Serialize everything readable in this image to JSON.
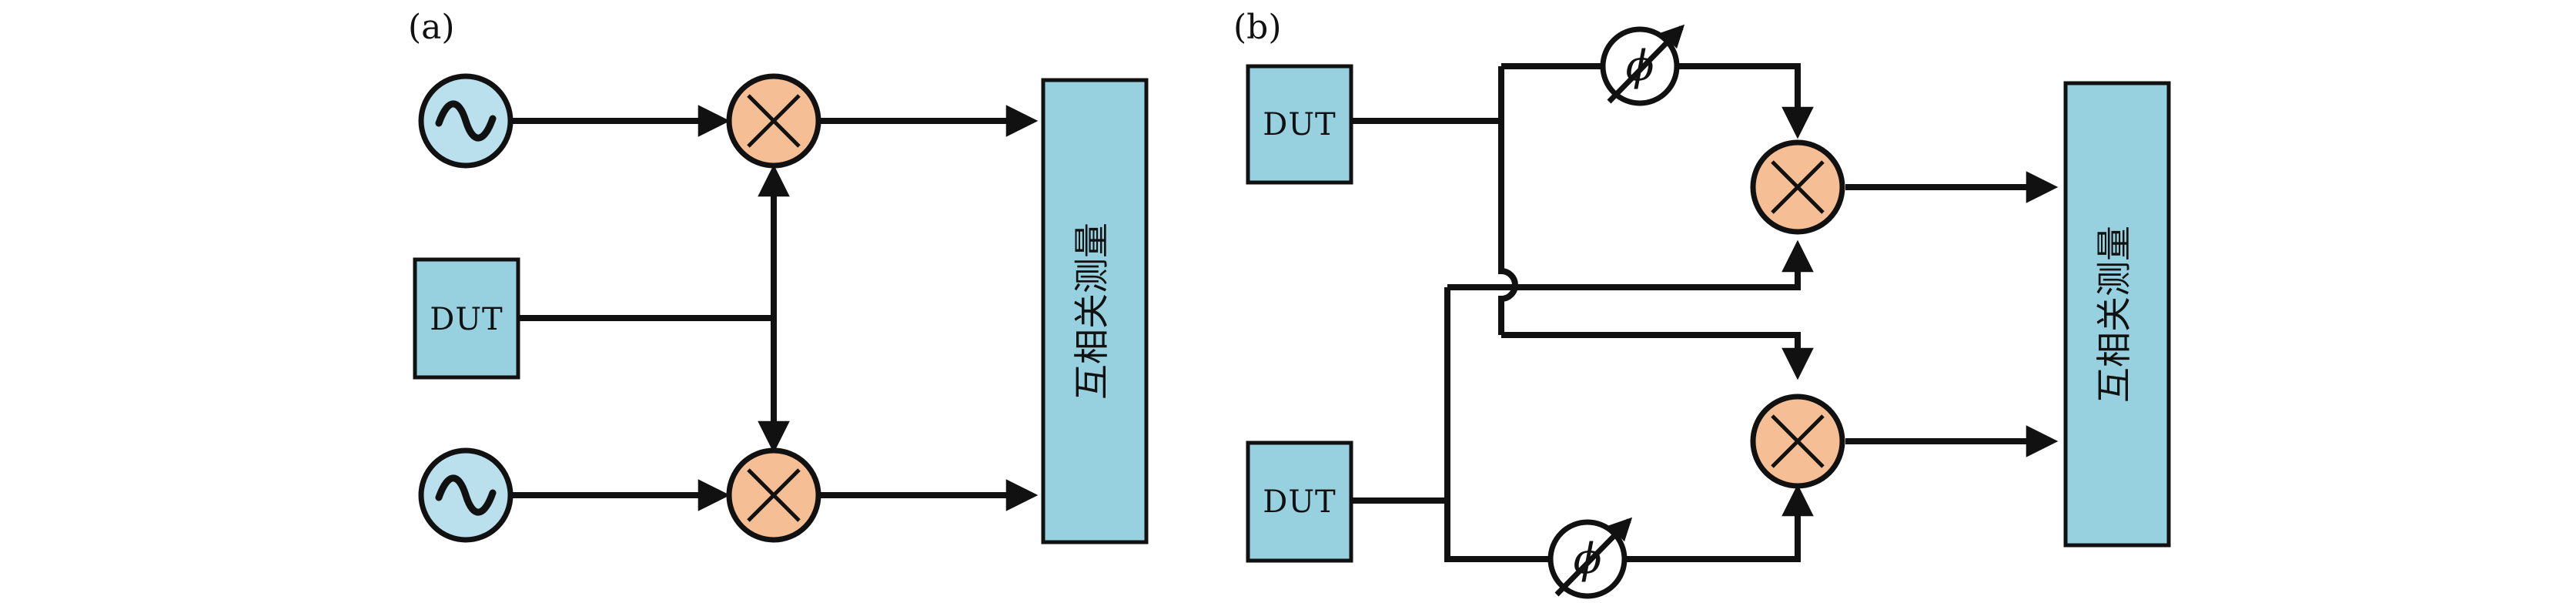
{
  "panel_a": {
    "label": "(a)",
    "dut_label": "DUT",
    "correlation_label": "互相关测量"
  },
  "panel_b": {
    "label": "(b)",
    "dut_top_label": "DUT",
    "dut_bottom_label": "DUT",
    "correlation_label": "互相关测量",
    "phase_shifter_symbol": "ϕ"
  },
  "colors": {
    "box_fill": "#97D0DE",
    "oscillator_fill": "#B9E0EC",
    "mixer_fill": "#F6BE94",
    "stroke": "#111111"
  },
  "icons": [
    "oscillator-icon",
    "mixer-icon",
    "phase-shifter-icon"
  ]
}
